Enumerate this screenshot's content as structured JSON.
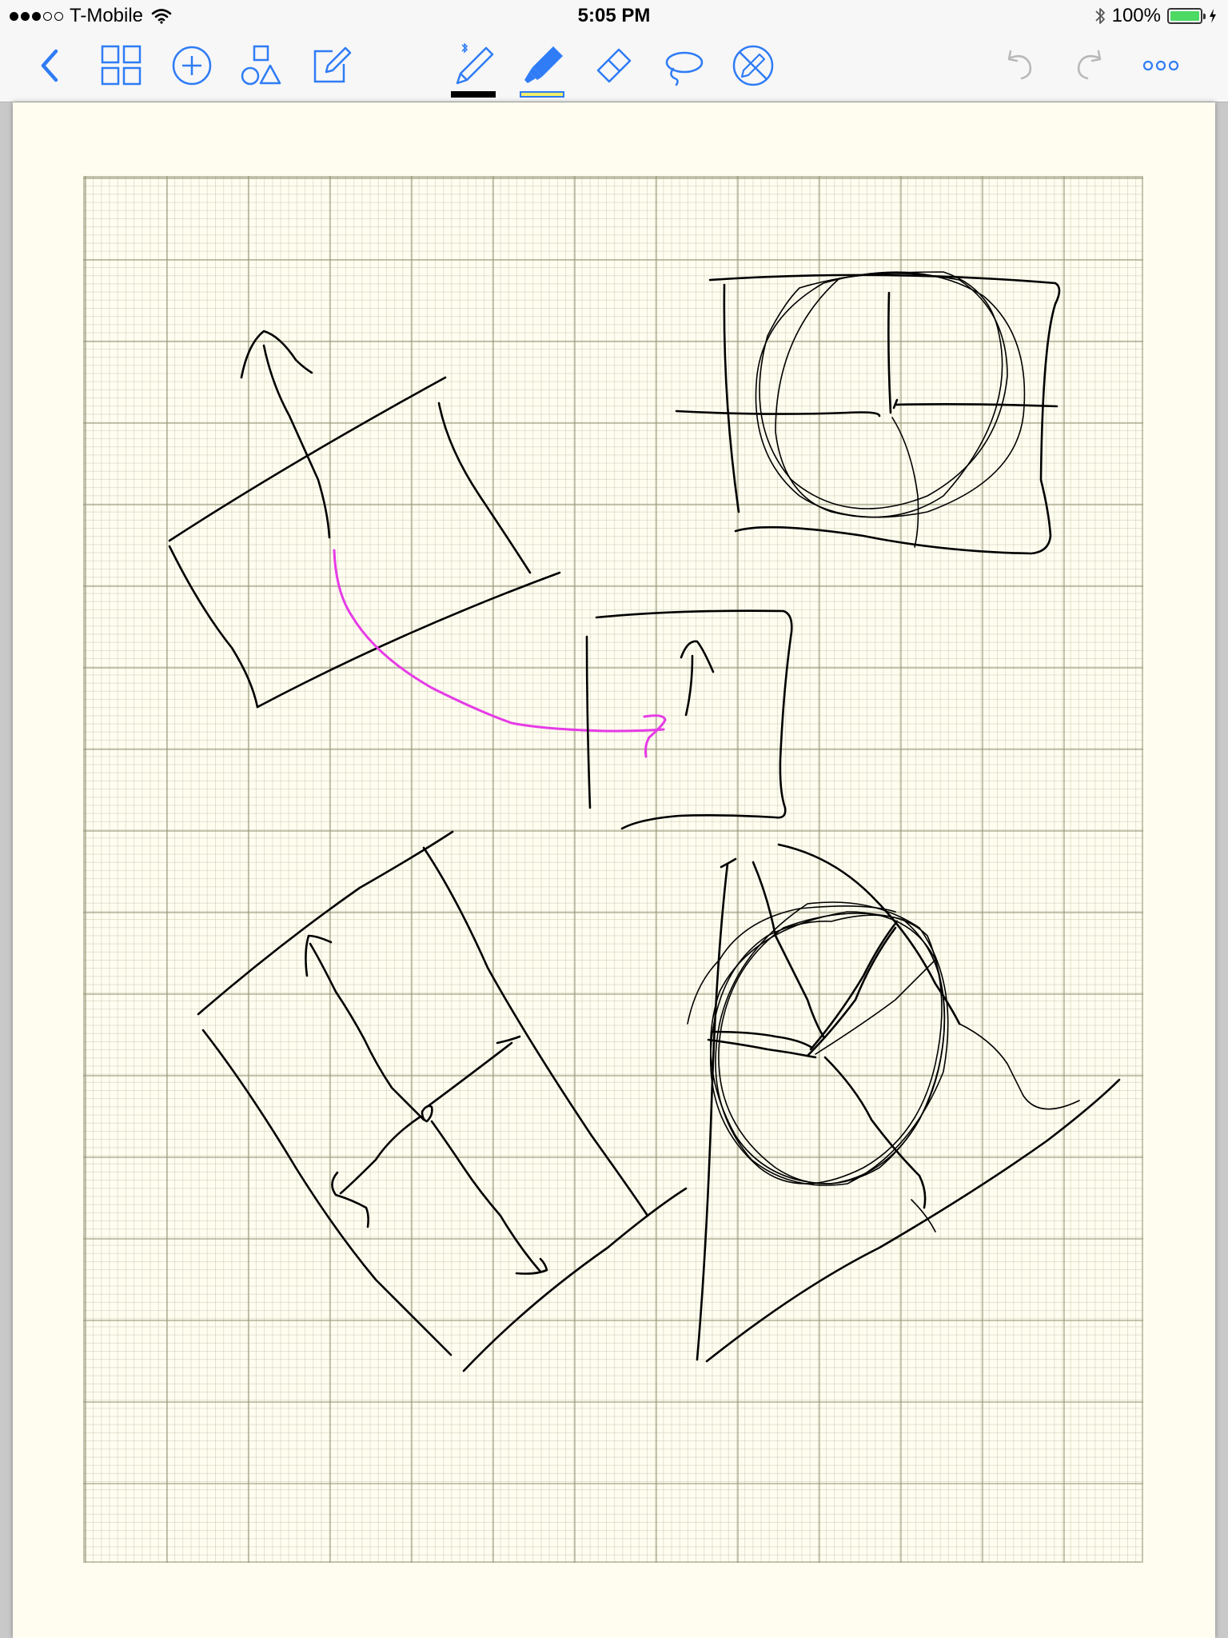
{
  "status_bar": {
    "carrier": "T-Mobile",
    "time": "5:05 PM",
    "battery": "100%"
  },
  "toolbar": {
    "pen_color": "#000000",
    "highlighter_color": "#f2ee6b",
    "accent_color": "#2f7cf6"
  },
  "page": {
    "background": "#fefdf0",
    "grid": true
  }
}
